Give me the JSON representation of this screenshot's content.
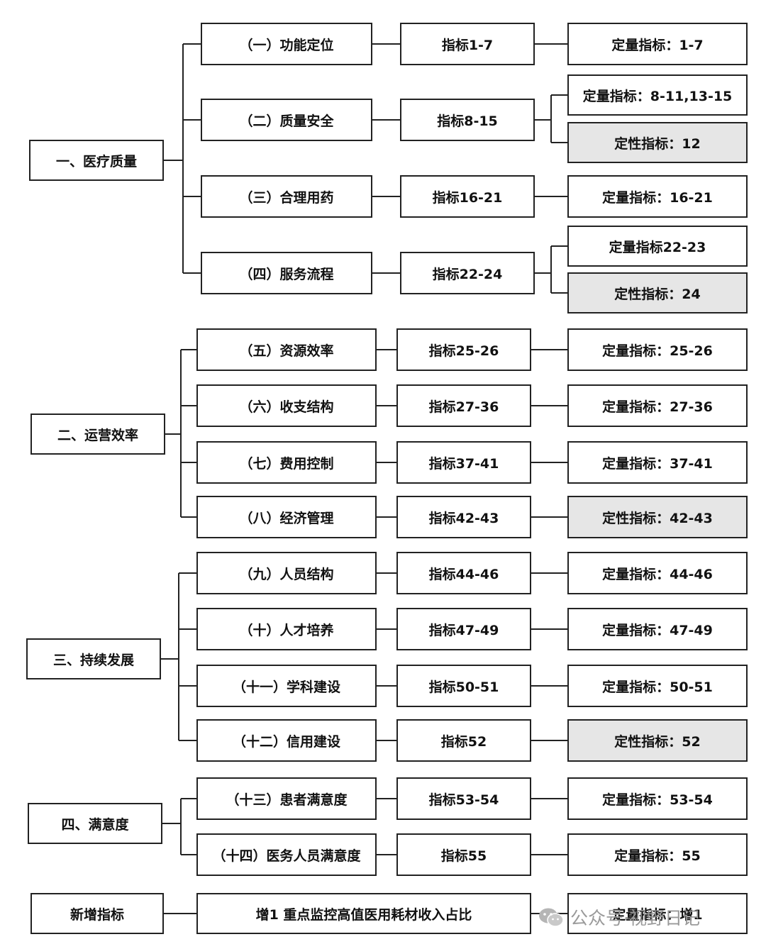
{
  "categories": [
    {
      "label": "一、医疗质量",
      "rows": [
        {
          "dim": "（一）功能定位",
          "ind": "指标1-7",
          "types": [
            {
              "text": "定量指标：1-7",
              "kind": "quant"
            }
          ]
        },
        {
          "dim": "（二）质量安全",
          "ind": "指标8-15",
          "types": [
            {
              "text": "定量指标：8-11,13-15",
              "kind": "quant"
            },
            {
              "text": "定性指标：12",
              "kind": "qual"
            }
          ]
        },
        {
          "dim": "（三）合理用药",
          "ind": "指标16-21",
          "types": [
            {
              "text": "定量指标：16-21",
              "kind": "quant"
            }
          ]
        },
        {
          "dim": "（四）服务流程",
          "ind": "指标22-24",
          "types": [
            {
              "text": "定量指标22-23",
              "kind": "quant"
            },
            {
              "text": "定性指标：24",
              "kind": "qual"
            }
          ]
        }
      ]
    },
    {
      "label": "二、运营效率",
      "rows": [
        {
          "dim": "（五）资源效率",
          "ind": "指标25-26",
          "types": [
            {
              "text": "定量指标：25-26",
              "kind": "quant"
            }
          ]
        },
        {
          "dim": "（六）收支结构",
          "ind": "指标27-36",
          "types": [
            {
              "text": "定量指标：27-36",
              "kind": "quant"
            }
          ]
        },
        {
          "dim": "（七）费用控制",
          "ind": "指标37-41",
          "types": [
            {
              "text": "定量指标：37-41",
              "kind": "quant"
            }
          ]
        },
        {
          "dim": "（八）经济管理",
          "ind": "指标42-43",
          "types": [
            {
              "text": "定性指标：42-43",
              "kind": "qual"
            }
          ]
        }
      ]
    },
    {
      "label": "三、持续发展",
      "rows": [
        {
          "dim": "（九）人员结构",
          "ind": "指标44-46",
          "types": [
            {
              "text": "定量指标：44-46",
              "kind": "quant"
            }
          ]
        },
        {
          "dim": "（十）人才培养",
          "ind": "指标47-49",
          "types": [
            {
              "text": "定量指标：47-49",
              "kind": "quant"
            }
          ]
        },
        {
          "dim": "（十一）学科建设",
          "ind": "指标50-51",
          "types": [
            {
              "text": "定量指标：50-51",
              "kind": "quant"
            }
          ]
        },
        {
          "dim": "（十二）信用建设",
          "ind": "指标52",
          "types": [
            {
              "text": "定性指标：52",
              "kind": "qual"
            }
          ]
        }
      ]
    },
    {
      "label": "四、满意度",
      "rows": [
        {
          "dim": "（十三）患者满意度",
          "ind": "指标53-54",
          "types": [
            {
              "text": "定量指标：53-54",
              "kind": "quant"
            }
          ]
        },
        {
          "dim": "（十四）医务人员满意度",
          "ind": "指标55",
          "types": [
            {
              "text": "定量指标：55",
              "kind": "quant"
            }
          ]
        }
      ]
    }
  ],
  "added": {
    "label": "新增指标",
    "item": "增1 重点监控高值医用耗材收入占比",
    "type": "定量指标：增1"
  },
  "watermark": "公众号·视野日记"
}
